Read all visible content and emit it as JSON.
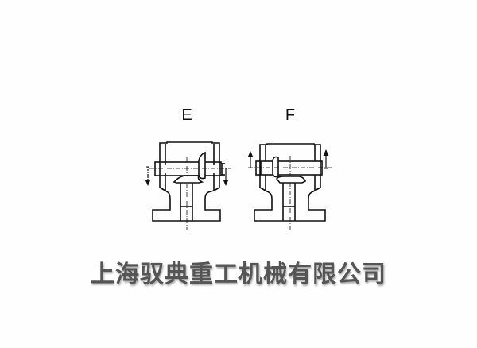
{
  "figures": [
    {
      "label": "E",
      "arrow_direction": "down"
    },
    {
      "label": "F",
      "arrow_direction": "up"
    }
  ],
  "caption": {
    "company_name": "上海驭典重工机械有限公司"
  },
  "colors": {
    "line": "#111111",
    "caption_text": "#555555",
    "background": "#fefefe"
  }
}
